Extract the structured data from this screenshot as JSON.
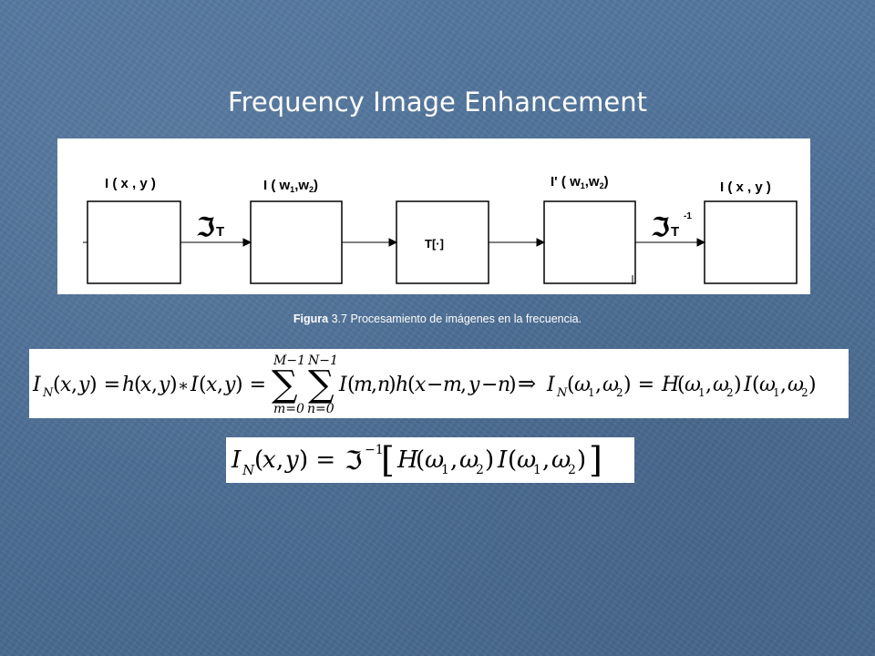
{
  "slide": {
    "title": "Frequency Image Enhancement"
  },
  "diagram": {
    "block_labels": [
      "I ( x , y )",
      "I ( w",
      "I' ( w",
      "I ( x , y )"
    ],
    "block_label_mid_sub": [
      "1",
      "2"
    ],
    "operator_T": "T[·]",
    "transform_symbol": "ℑ",
    "transform_sub": "T",
    "inverse_sup": "-1"
  },
  "caption": {
    "bold": "Figura",
    "text": " 3.7  Procesamiento de imágenes en la frecuencia."
  },
  "equations": {
    "convolution": "I_N(x,y) = h(x,y) * I(x,y) = Σ_{m=0}^{M−1} Σ_{n=0}^{N−1} I(m,n) h(x−m, y−n) ⇒ I_N(ω1,ω2) = H(ω1,ω2) I(ω1,ω2)",
    "inverse": "I_N(x,y) = ℑ^{−1}[H(ω1,ω2) I(ω1,ω2)]"
  }
}
